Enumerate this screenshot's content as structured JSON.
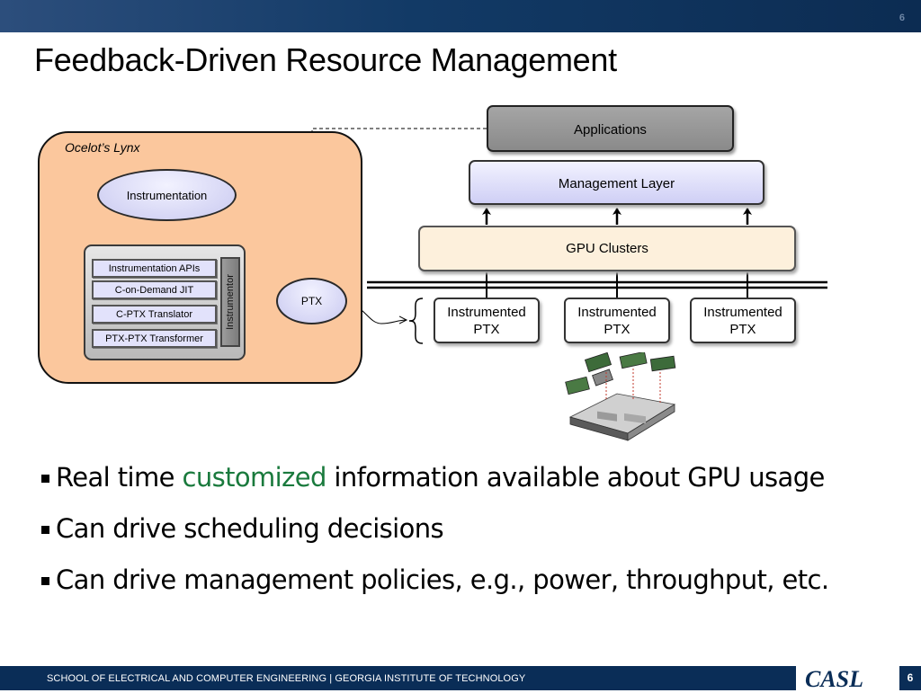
{
  "header": {
    "slide_number": "6"
  },
  "title": "Feedback-Driven Resource Management",
  "diagram": {
    "lynx_label": "Ocelot’s Lynx",
    "instrumentation": "Instrumentation",
    "apis": [
      "Instrumentation APIs",
      "C-on-Demand JIT",
      "C-PTX Translator",
      "PTX-PTX Transformer"
    ],
    "instrumentor": "Instrumentor",
    "ptx": "PTX",
    "applications": "Applications",
    "management_layer": "Management Layer",
    "gpu_clusters": "GPU Clusters",
    "instrumented_ptx_line1": "Instrumented",
    "instrumented_ptx_line2": "PTX"
  },
  "bullets": [
    {
      "before": "Real time ",
      "accent": "customized",
      "after": " information available about GPU usage"
    },
    {
      "before": "Can drive scheduling decisions",
      "accent": "",
      "after": ""
    },
    {
      "before": "Can drive management policies, e.g., power, throughput, etc.",
      "accent": "",
      "after": ""
    }
  ],
  "footer": {
    "text": "SCHOOL OF ELECTRICAL AND COMPUTER ENGINEERING | GEORGIA INSTITUTE OF TECHNOLOGY",
    "logo": "CASL",
    "page": "6"
  },
  "colors": {
    "header_bar": "#0c2c52",
    "lynx_panel": "#fbc79d",
    "accent_text": "#1a7a3d",
    "footer_bar": "#0a2d57"
  }
}
